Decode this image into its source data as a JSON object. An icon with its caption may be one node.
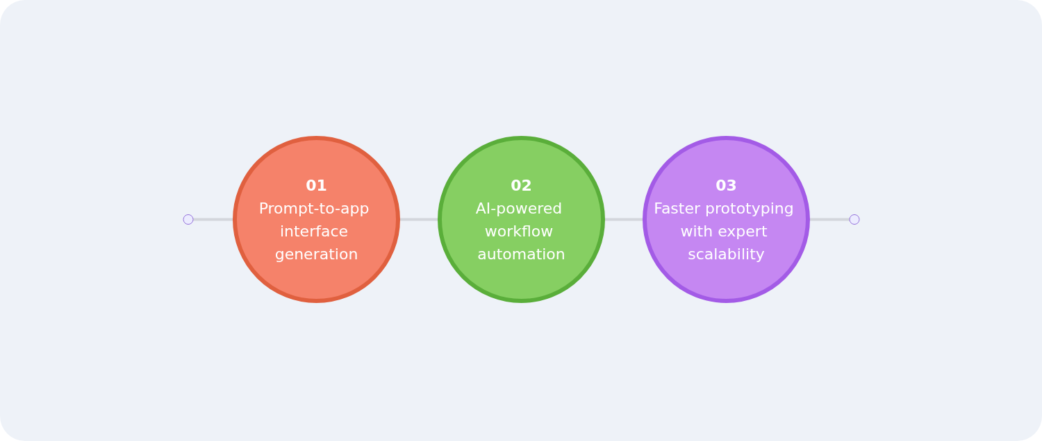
{
  "diagram": {
    "nodes": [
      {
        "text": [],
        "shape": "circle"
      },
      {
        "text": [
          "01",
          "Prompt-to-app interface generation"
        ]
      },
      {
        "text": [
          "02",
          "AI-powered workflow automation"
        ]
      },
      {
        "text": [
          "03",
          "Faster prototyping with expert scalability"
        ]
      },
      {
        "text": [],
        "shape": "circle"
      }
    ],
    "edges": [
      {
        "from": 0,
        "to": 1,
        "arrow": "none"
      },
      {
        "from": 1,
        "to": 2,
        "arrow": "none"
      },
      {
        "from": 2,
        "to": 3,
        "arrow": "none"
      },
      {
        "from": 3,
        "to": 4,
        "arrow": "none"
      }
    ]
  }
}
